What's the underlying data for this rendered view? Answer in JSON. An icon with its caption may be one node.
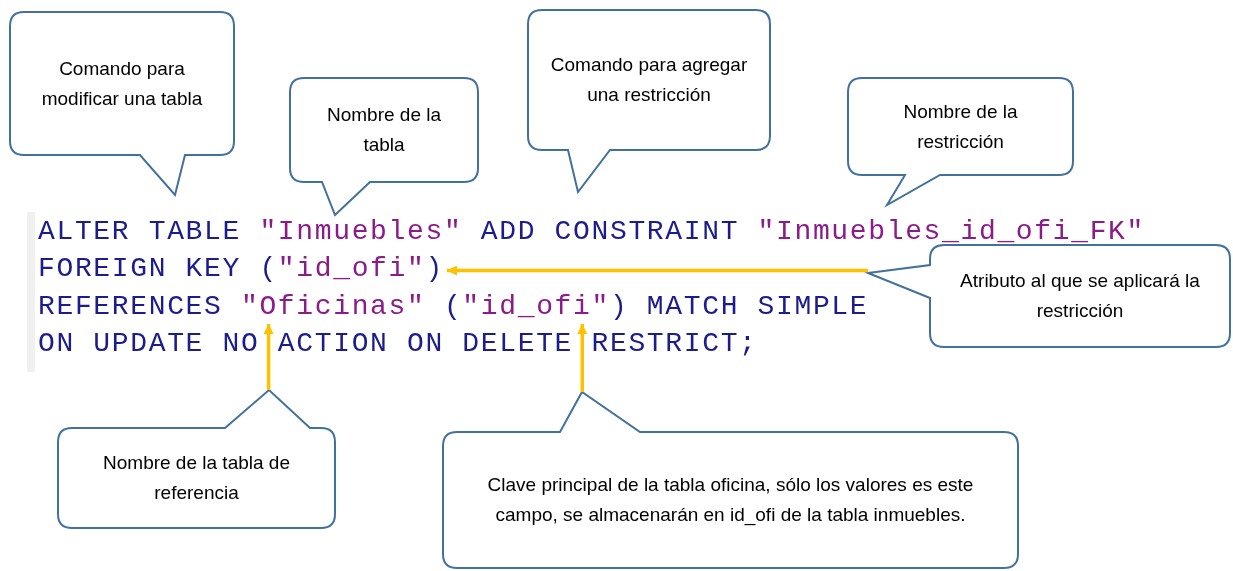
{
  "diagram": {
    "nodes": [
      {
        "text": [
          "Comando para modificar una tabla"
        ]
      },
      {
        "text": [
          "Nombre de la tabla"
        ]
      },
      {
        "text": [
          "Comando para agregar una restricción"
        ]
      },
      {
        "text": [
          "Nombre de la restricción"
        ]
      },
      {
        "text": [
          "ALTER TABLE \"Inmuebles\" ADD CONSTRAINT \"Inmuebles_id_ofi_FK\""
        ]
      },
      {
        "text": [
          "FOREIGN KEY (\"id_ofi\")"
        ]
      },
      {
        "text": [
          "Atributo al que se aplicará la restricción"
        ]
      },
      {
        "text": [
          "REFERENCES \"Oficinas\" (\"id_ofi\") MATCH SIMPLE"
        ]
      },
      {
        "text": [
          "ON UPDATE NO ACTION ON DELETE RESTRICT;"
        ]
      },
      {
        "text": [
          "Nombre de la tabla de referencia"
        ]
      },
      {
        "text": [
          "Clave principal de la tabla oficina, sólo los valores es este campo, se almacenarán en id_ofi de la tabla inmuebles."
        ]
      }
    ],
    "edges": [
      {
        "from": 6,
        "to": 5,
        "arrow": "to"
      },
      {
        "from": 9,
        "to": 7,
        "arrow": "to"
      },
      {
        "from": 10,
        "to": 7,
        "arrow": "to"
      }
    ]
  }
}
